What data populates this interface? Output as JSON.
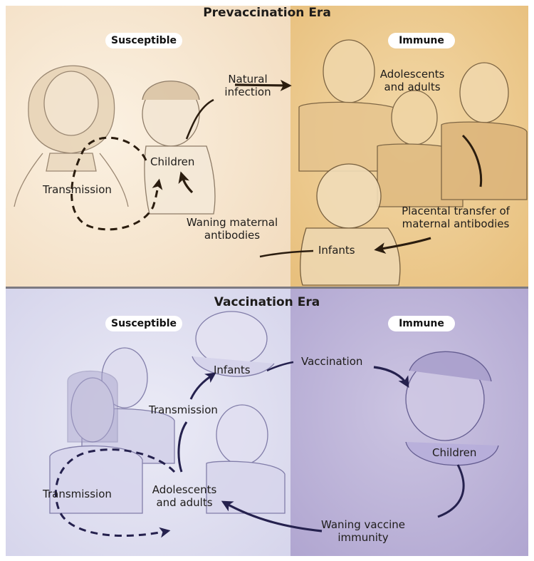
{
  "prevaccination": {
    "title": "Prevaccination Era",
    "susceptible_label": "Susceptible",
    "immune_label": "Immune",
    "children": "Children",
    "transmission": "Transmission",
    "natural_infection": [
      "Natural",
      "infection"
    ],
    "adolescents_adults": [
      "Adolescents",
      "and adults"
    ],
    "placental_transfer": [
      "Placental transfer of",
      "maternal antibodies"
    ],
    "infants": "Infants",
    "waning_maternal": [
      "Waning maternal",
      "antibodies"
    ]
  },
  "vaccination": {
    "title": "Vaccination Era",
    "susceptible_label": "Susceptible",
    "immune_label": "Immune",
    "infants": "Infants",
    "vaccination": "Vaccination",
    "transmission_upper": "Transmission",
    "transmission_left": "Transmission",
    "adolescents_adults": [
      "Adolescents",
      "and adults"
    ],
    "children": "Children",
    "waning_vaccine": [
      "Waning vaccine",
      "immunity"
    ]
  },
  "colors": {
    "prevax_left_bg": "#f6e4cb",
    "prevax_right_bg": "#ecc98f",
    "vax_left_bg": "#dcdcef",
    "vax_right_bg": "#bcb3d8",
    "prevax_arrow": "#2b1d0f",
    "vax_arrow": "#25214e",
    "divider": "#7d7a82"
  }
}
